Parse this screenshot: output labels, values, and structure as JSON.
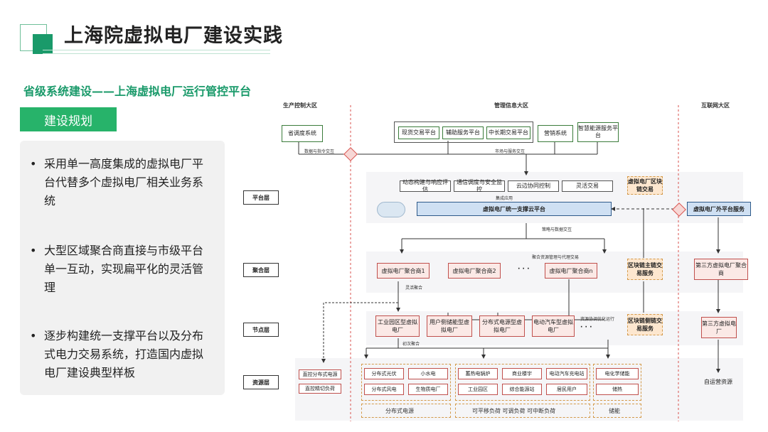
{
  "header": {
    "title": "上海院虚拟电厂建设实践",
    "subtitle": "省级系统建设——上海虚拟电厂运行管控平台"
  },
  "plan": {
    "label": "建设规划",
    "bullets": [
      "采用单一高度集成的虚拟电厂平台代替多个虚拟电厂相关业务系统",
      "大型区域聚合商直接与市级平台单一互动，实现扁平化的灵活管理",
      "逐步构建统一支撑平台以及分布式电力交易系统，打造国内虚拟电厂建设典型样板"
    ],
    "bullet_mark": "•"
  },
  "diagram": {
    "zones": [
      "生产控制大区",
      "管理信息大区",
      "互联网大区"
    ],
    "layers": [
      "平台层",
      "聚合层",
      "节点层",
      "资源层"
    ],
    "top": {
      "province": "省调度系统",
      "spot": "现货交易平台",
      "aux": "辅助服务平台",
      "midlong": "中长期交易平台",
      "marketing": "营销系统",
      "smart": "智慧能源服务平台"
    },
    "edge_labels": {
      "data_cmd": "数据与指令交互",
      "market": "市场与服务交互",
      "integrate": "集成应用",
      "strategy": "策略与数据交互",
      "agg_manage": "聚合资源管理与代理交易",
      "flex_agg": "灵活聚合",
      "coord": "资源协调优化运行",
      "first_agg": "初次聚合"
    },
    "platform": {
      "functions": [
        "动态构建与响应评估",
        "通信调度与安全监控",
        "云边协同控制",
        "灵活交易"
      ],
      "unified": "虚拟电厂统一支撑云平台",
      "external": "虚拟电厂外平台服务",
      "blockchain": "虚拟电厂区块链交易"
    },
    "aggregation": {
      "items": [
        "虚拟电厂聚合商1",
        "虚拟电厂聚合商2",
        "虚拟电厂聚合商n"
      ],
      "ellipsis": "· · ·",
      "chain": "区块链主链交易服务",
      "third": "第三方虚拟电厂聚合商"
    },
    "nodes": {
      "items": [
        "工业园区型虚拟电厂",
        "用户侧储能型虚拟电厂",
        "分布式电源型虚拟电厂",
        "电动汽车型虚拟电厂"
      ],
      "ellipsis": "· · ·",
      "side_chain": "区块链侧链交易服务",
      "third": "第三方虚拟电厂"
    },
    "resources": {
      "direct": [
        "直控分布式电源",
        "直控精切负荷"
      ],
      "distributed": [
        "分布式光伏",
        "小水电",
        "分布式风电",
        "生物质电厂"
      ],
      "load": [
        "蓄热电锅炉",
        "商业楼宇",
        "电动汽车充电站",
        "工业园区",
        "综合能源站",
        "居民用户"
      ],
      "storage": [
        "电化学储能",
        "储热"
      ],
      "self": "自运营资源",
      "group_labels": [
        "分布式电源",
        "可平移负荷   可调负荷   可中断负荷",
        "储能"
      ]
    }
  }
}
